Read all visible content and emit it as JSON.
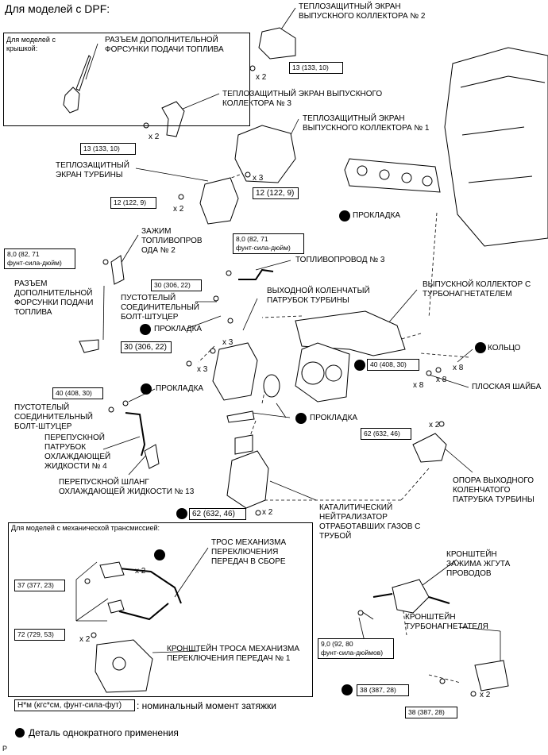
{
  "title": "Для моделей с DPF:",
  "inset_top": {
    "caption": "Для моделей с\nкрышкой:",
    "label": "РАЗЪЕМ ДОПОЛНИТЕЛЬНОЙ\nФОРСУНКИ ПОДАЧИ ТОПЛИВА"
  },
  "labels": {
    "heat_shield_2": "ТЕПЛОЗАЩИТНЫЙ ЭКРАН\nВЫПУСКНОГО КОЛЛЕКТОРА № 2",
    "heat_shield_3": "ТЕПЛОЗАЩИТНЫЙ ЭКРАН ВЫПУСКНОГО\nКОЛЛЕКТОРА № 3",
    "heat_shield_1": "ТЕПЛОЗАЩИТНЫЙ ЭКРАН\nВЫПУСКНОГО КОЛЛЕКТОРА № 1",
    "turbo_shield": "ТЕПЛОЗАЩИТНЫЙ\nЭКРАН ТУРБИНЫ",
    "gasket_1": "ПРОКЛАДКА",
    "fuel_clamp": "ЗАЖИМ\nТОПЛИВОПРОВ\nОДА № 2",
    "fuel_line_3": "ТОПЛИВОПРОВОД № 3",
    "injector_conn": "РАЗЪЕМ\nДОПОЛНИТЕЛЬНОЙ\nФОРСУНКИ ПОДАЧИ\nТОПЛИВА",
    "union_bolt_1": "ПУСТОТЕЛЫЙ\nСОЕДИНИТЕЛЬНЫЙ\nБОЛТ-ШТУЦЕР",
    "gasket_2": "ПРОКЛАДКА",
    "turbo_outlet": "ВЫХОДНОЙ КОЛЕНЧАТЫЙ\nПАТРУБОК ТУРБИНЫ",
    "manifold": "ВЫПУСКНОЙ КОЛЛЕКТОР С\nТУРБОНАГНЕТАТЕЛЕМ",
    "ring": "КОЛЬЦО",
    "flat_washer": "ПЛОСКАЯ ШАЙБА",
    "gasket_3": "ПРОКЛАДКА",
    "union_bolt_2": "ПУСТОТЕЛЫЙ\nСОЕДИНИТЕЛЬНЫЙ\nБОЛТ-ШТУЦЕР",
    "coolant_pipe": "ПЕРЕПУСКНОЙ\nПАТРУБОК\nОХЛАЖДАЮЩЕЙ\nЖИДКОСТИ № 4",
    "gasket_4": "ПРОКЛАДКА",
    "coolant_hose": "ПЕРЕПУСКНОЙ ШЛАНГ\nОХЛАЖДАЮЩЕЙ ЖИДКОСТИ № 13",
    "outlet_support": "ОПОРА ВЫХОДНОГО\nКОЛЕНЧАТОГО\nПАТРУБКА ТУРБИНЫ",
    "catalyst": "КАТАЛИТИЧЕСКИЙ\nНЕЙТРАЛИЗАТОР\nОТРАБОТАВШИХ ГАЗОВ С\nТРУБОЙ",
    "harness_bracket": "КРОНШТЕЙН\nЗАЖИМА ЖГУТА\nПРОВОДОВ",
    "turbo_bracket": "КРОНШТЕЙН\nТУРБОНАГНЕТАТЕЛЯ"
  },
  "torques": {
    "t1": "13 (133, 10)",
    "t2": "13 (133, 10)",
    "t3": "12 (122, 9)",
    "t4": "12 (122, 9)",
    "t5": "8,0 (82, 71\nфунт-сила-дюйм)",
    "t6": "8,0 (82, 71\nфунт-сила-дюйм)",
    "t7": "30 (306, 22)",
    "t8": "30 (306, 22)",
    "t9": "40 (408, 30)",
    "t10": "40 (408, 30)",
    "t11": "62 (632, 46)",
    "t12": "62 (632, 46)",
    "t13": "37 (377, 23)",
    "t14": "72 (729, 53)",
    "t15": "9,0 (92, 80\nфунт-сила-дюймов)",
    "t16": "38 (387, 28)",
    "t17": "38 (387, 28)"
  },
  "qty": {
    "q1": "x 2",
    "q2": "x 2",
    "q3": "x 3",
    "q4": "x 2",
    "q5": "x 3",
    "q6": "x 3",
    "q7": "x 8",
    "q8": "x 8",
    "q9": "x 8",
    "q10": "x 2",
    "q11": "x 2",
    "q12": "x 2",
    "q13": "x 2",
    "q14": "x 2"
  },
  "inset_bottom": {
    "caption": "Для моделей с механической трансмиссией:",
    "cable": "ТРОС МЕХАНИЗМА\nПЕРЕКЛЮЧЕНИЯ\nПЕРЕДАЧ В СБОРЕ",
    "cable_bracket": "КРОНШТЕЙН ТРОСА МЕХАНИЗМА\nПЕРЕКЛЮЧЕНИЯ ПЕРЕДАЧ № 1"
  },
  "legend": {
    "torque_unit": "Н*м (кгс*см, фунт-сила-фут)",
    "torque_desc": ": номинальный момент затяжки",
    "single_use": "Деталь однократного применения"
  },
  "corner_mark": "P"
}
